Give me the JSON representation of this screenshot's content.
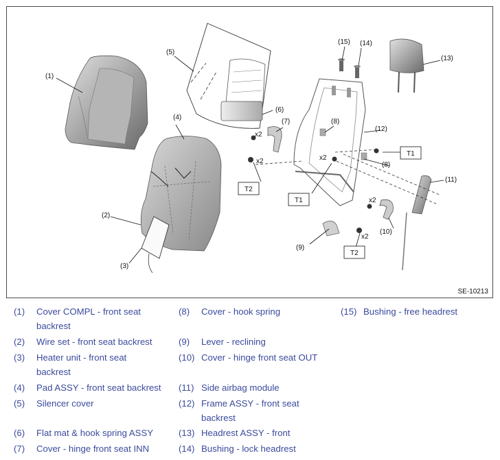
{
  "figure": {
    "id": "SE-10213",
    "callouts": [
      "(1)",
      "(2)",
      "(3)",
      "(4)",
      "(5)",
      "(6)",
      "(7)",
      "(8)",
      "(8)",
      "(9)",
      "(10)",
      "(11)",
      "(12)",
      "(13)",
      "(14)",
      "(15)"
    ],
    "qty": "x2",
    "torque_labels": [
      "T1",
      "T2"
    ]
  },
  "legend": [
    {
      "num": "(1)",
      "text": "Cover COMPL - front seat backrest"
    },
    {
      "num": "(2)",
      "text": "Wire set - front seat backrest"
    },
    {
      "num": "(3)",
      "text": "Heater unit - front seat backrest"
    },
    {
      "num": "(4)",
      "text": "Pad ASSY - front seat backrest"
    },
    {
      "num": "(5)",
      "text": "Silencer cover"
    },
    {
      "num": "(6)",
      "text": "Flat mat & hook spring ASSY"
    },
    {
      "num": "(7)",
      "text": "Cover - hinge front seat INN"
    },
    {
      "num": "(8)",
      "text": "Cover - hook spring"
    },
    {
      "num": "(9)",
      "text": "Lever - reclining"
    },
    {
      "num": "(10)",
      "text": "Cover - hinge front seat OUT"
    },
    {
      "num": "(11)",
      "text": "Side airbag module"
    },
    {
      "num": "(12)",
      "text": "Frame ASSY - front seat backrest"
    },
    {
      "num": "(13)",
      "text": "Headrest ASSY - front"
    },
    {
      "num": "(14)",
      "text": "Bushing - lock headrest"
    },
    {
      "num": "(15)",
      "text": "Bushing - free headrest"
    }
  ]
}
